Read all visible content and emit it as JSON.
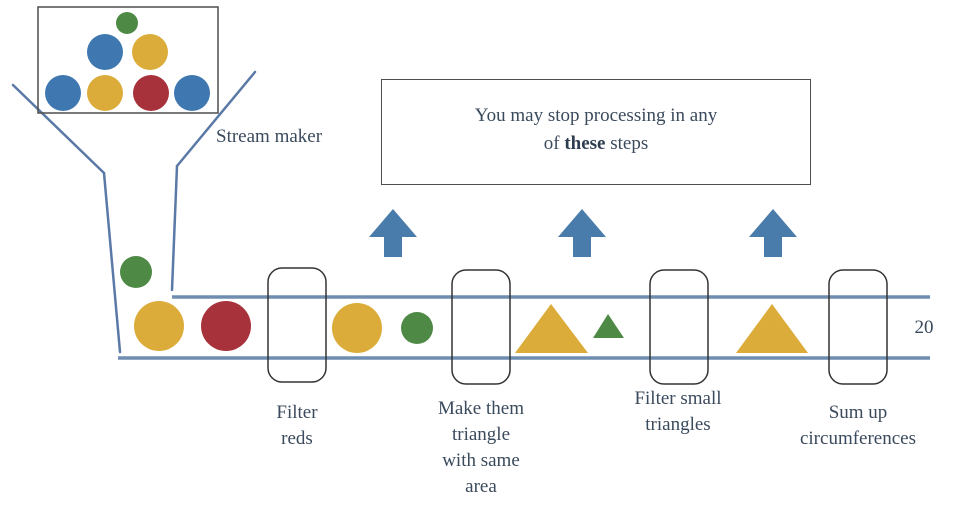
{
  "labels": {
    "stream_maker": "Stream maker",
    "result": "20"
  },
  "callout": {
    "line1": "You may stop processing in any",
    "line2_pre": "of ",
    "line2_bold": "these",
    "line2_post": " steps"
  },
  "steps": [
    {
      "line1": "Filter",
      "line2": "reds"
    },
    {
      "line1": "Make them",
      "line2": "triangle",
      "line3": "with same",
      "line4": "area"
    },
    {
      "line1": "Filter small",
      "line2": "triangles"
    },
    {
      "line1": "Sum up",
      "line2": "circumferences"
    }
  ],
  "colors": {
    "blue": "#3f78b1",
    "yellow": "#dcac3b",
    "red": "#a8323b",
    "green": "#4e8a45",
    "arrow": "#4a7cab",
    "line": "#3a4a5c"
  },
  "icons": {
    "arrows": [
      "up-arrow-icon",
      "up-arrow-icon",
      "up-arrow-icon"
    ]
  }
}
